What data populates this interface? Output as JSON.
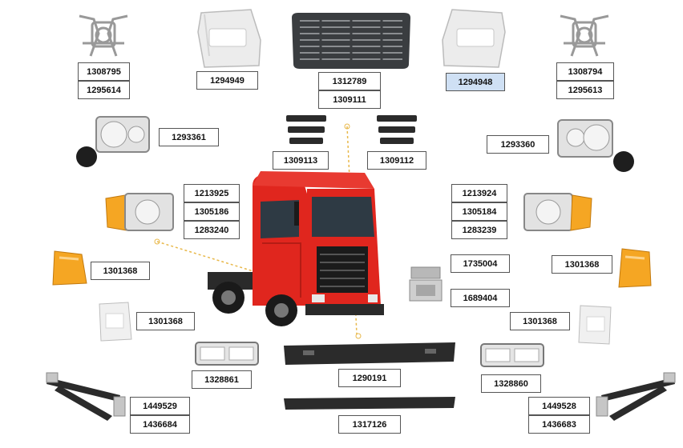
{
  "labels": {
    "bracket_left_a": "1308795",
    "bracket_left_b": "1295614",
    "corner_left": "1294949",
    "grille_a": "1312789",
    "grille_b": "1309111",
    "corner_right": "1294948",
    "bracket_right_a": "1308794",
    "bracket_right_b": "1295613",
    "headlamp_left": "1293361",
    "headlamp_right": "1293360",
    "step_left": "1309113",
    "step_right": "1309112",
    "lampset_left_a": "1213925",
    "lampset_left_b": "1305186",
    "lampset_left_c": "1283240",
    "lampset_right_a": "1213924",
    "lampset_right_b": "1305184",
    "lampset_right_c": "1283239",
    "amber_left": "1301368",
    "amber_right": "1301368",
    "hinge_a": "1735004",
    "hinge_b": "1689404",
    "clear_left": "1301368",
    "clear_right": "1301368",
    "fog_left": "1328861",
    "fog_right": "1328860",
    "bumper_top": "1290191",
    "bumper_bottom": "1317126",
    "frame_left_a": "1449529",
    "frame_left_b": "1436684",
    "frame_right_a": "1449528",
    "frame_right_b": "1436683"
  },
  "colors": {
    "cab_red": "#e0261e",
    "amber": "#f5a623",
    "dark_part": "#2b2b2b",
    "grey_part": "#c9c9c9",
    "selected_label_bg": "#cfe0f4",
    "leader_line": "#e8b84a"
  }
}
